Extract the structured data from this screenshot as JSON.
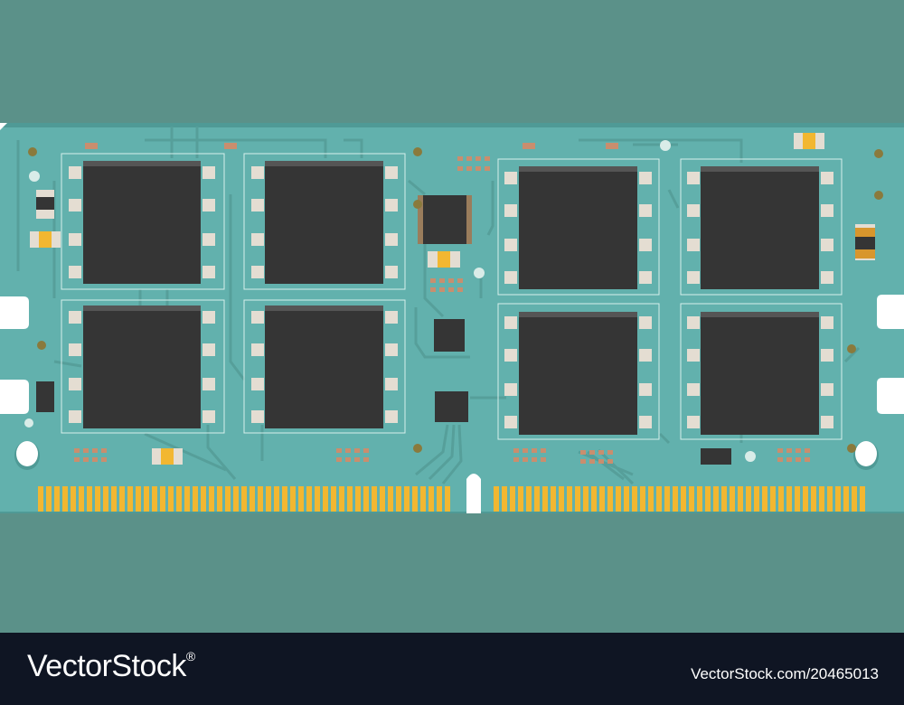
{
  "watermark": {
    "left_brand": "VectorStock",
    "left_mark": "®",
    "right_text": "VectorStock.com/20465013"
  },
  "colors": {
    "background": "#5b9189",
    "board": "#62b1ad",
    "board_edge": "#4f9a96",
    "trace": "#569f9a",
    "chip": "#353535",
    "chip_top": "#555555",
    "pad": "#e4ddd2",
    "contact": "#f2b731",
    "via": "#8a7a3c",
    "footer": "#0f1523"
  },
  "icons": {
    "memory_chip": "ram-chip-icon",
    "watermark_logo": "vectorstock-logo"
  }
}
